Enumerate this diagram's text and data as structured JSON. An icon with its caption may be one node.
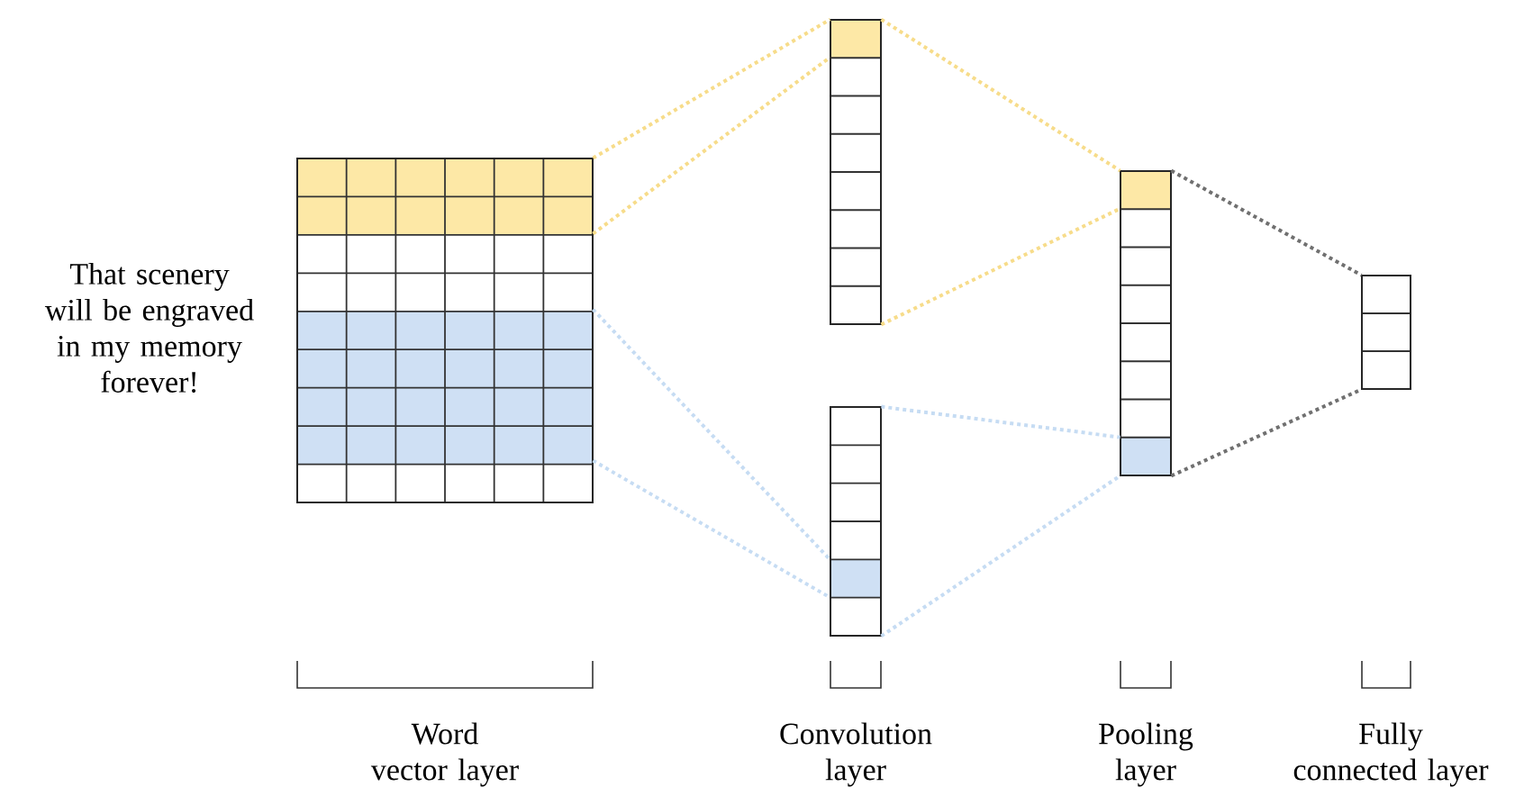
{
  "diagram": {
    "nodes": [
      {
        "text": [],
        "shape": "box"
      },
      {
        "text": [],
        "shape": "box"
      },
      {
        "text": [],
        "shape": "box"
      },
      {
        "text": [],
        "shape": "box"
      },
      {
        "text": [],
        "shape": "box"
      }
    ],
    "edges": [
      {
        "from": 0,
        "to": 1,
        "arrow": "none",
        "style": "dashed",
        "color": "#f7dc8a"
      },
      {
        "from": 0,
        "to": 1,
        "arrow": "none",
        "style": "dashed",
        "color": "#f7dc8a"
      },
      {
        "from": 0,
        "to": 2,
        "arrow": "none",
        "style": "dashed",
        "color": "#c6dcf3"
      },
      {
        "from": 0,
        "to": 2,
        "arrow": "none",
        "style": "dashed",
        "color": "#c6dcf3"
      },
      {
        "from": 1,
        "to": 3,
        "arrow": "none",
        "style": "dashed",
        "color": "#f7dc8a"
      },
      {
        "from": 1,
        "to": 3,
        "arrow": "none",
        "style": "dashed",
        "color": "#f7dc8a"
      },
      {
        "from": 2,
        "to": 3,
        "arrow": "none",
        "style": "dashed",
        "color": "#c6dcf3"
      },
      {
        "from": 2,
        "to": 3,
        "arrow": "none",
        "style": "dashed",
        "color": "#c6dcf3"
      },
      {
        "from": 3,
        "to": 4,
        "arrow": "none",
        "style": "dashed",
        "color": "#707070"
      },
      {
        "from": 3,
        "to": 4,
        "arrow": "none",
        "style": "dashed",
        "color": "#707070"
      }
    ],
    "labels": [
      "That scenery will be engraved in my memory forever!",
      "Word vector layer",
      "Convolution layer",
      "Pooling layer",
      "Fully connected layer"
    ]
  }
}
